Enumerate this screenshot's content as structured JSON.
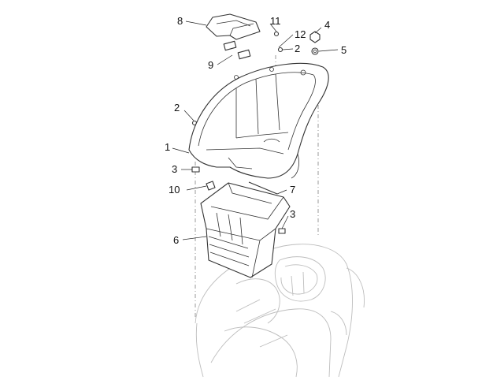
{
  "callouts": {
    "c1": "1",
    "c2a": "2",
    "c2b": "2",
    "c3a": "3",
    "c3b": "3",
    "c4": "4",
    "c5": "5",
    "c6": "6",
    "c7": "7",
    "c8": "8",
    "c9": "9",
    "c10": "10",
    "c11": "11",
    "c12": "12"
  }
}
